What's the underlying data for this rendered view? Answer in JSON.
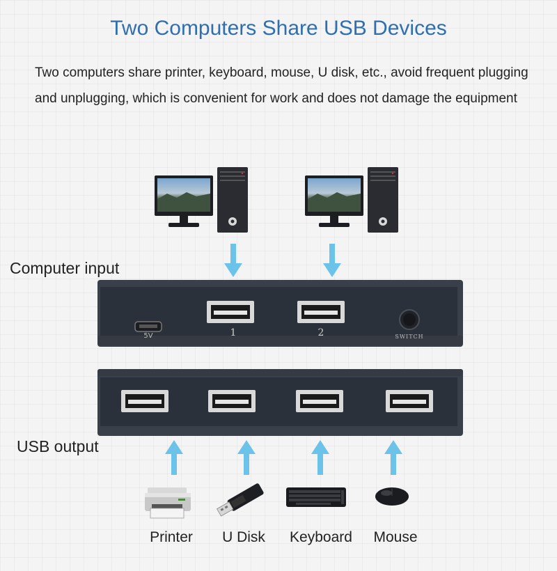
{
  "title": "Two Computers Share USB Devices",
  "description": "Two computers share printer, keyboard, mouse, U disk, etc., avoid frequent plugging and unplugging, which is convenient for work and does not damage the equipment",
  "labels": {
    "computer_input": "Computer input",
    "usb_output": "USB output"
  },
  "input_hub": {
    "power_label": "5V",
    "port1_label": "1",
    "port2_label": "2",
    "switch_label": "SWITCH"
  },
  "devices": [
    "Printer",
    "U Disk",
    "Keyboard",
    "Mouse"
  ],
  "colors": {
    "title": "#2f6fb0",
    "arrow": "#6cc3ea",
    "hub_body": "#2b313b"
  },
  "icons": [
    "monitor-icon",
    "pc-tower-icon",
    "usb-port-icon",
    "printer-icon",
    "usb-stick-icon",
    "keyboard-icon",
    "mouse-icon"
  ]
}
